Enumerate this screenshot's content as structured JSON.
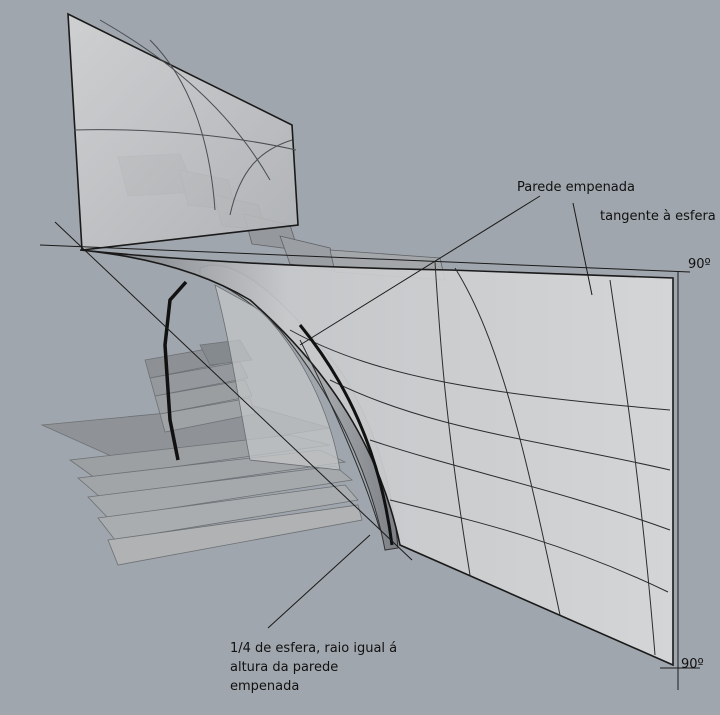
{
  "annotations": {
    "warped_wall": "Parede empenada",
    "tangent": "tangente à esfera",
    "angle_top": "90º",
    "angle_bottom": "90º",
    "sphere_line1": "1/4 de esfera, raio igual á",
    "sphere_line2": "altura da parede",
    "sphere_line3": "empenada"
  },
  "colors": {
    "background": "#a0a6ad",
    "surface_light": "#d9dadb",
    "surface_mid": "#b9bbbd",
    "surface_dark": "#8d9094",
    "stair": "#9ea1a4",
    "line": "#1a1a1a"
  }
}
